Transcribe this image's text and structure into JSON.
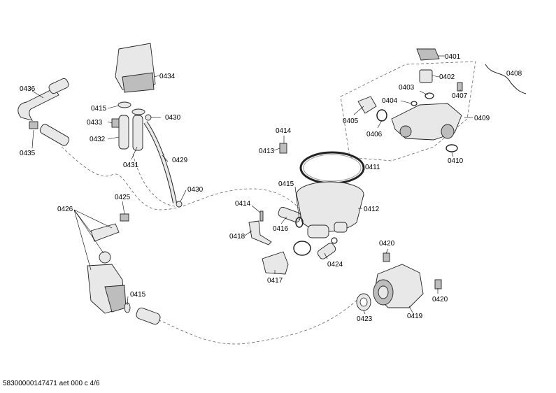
{
  "labels": {
    "l0401": "0401",
    "l0402": "0402",
    "l0403": "0403",
    "l0404": "0404",
    "l0405": "0405",
    "l0406": "0406",
    "l0407": "0407",
    "l0408": "0408",
    "l0409": "0409",
    "l0410": "0410",
    "l0411": "0411",
    "l0412": "0412",
    "l0413": "0413",
    "l0414a": "0414",
    "l0414b": "0414",
    "l0415a": "0415",
    "l0415b": "0415",
    "l0415c": "0415",
    "l0416": "0416",
    "l0417": "0417",
    "l0418": "0418",
    "l0419": "0419",
    "l0420a": "0420",
    "l0420b": "0420",
    "l0423": "0423",
    "l0424": "0424",
    "l0425": "0425",
    "l0426": "0426",
    "l0429": "0429",
    "l0430a": "0430",
    "l0430b": "0430",
    "l0431": "0431",
    "l0432": "0432",
    "l0433": "0433",
    "l0434": "0434",
    "l0435": "0435",
    "l0436": "0436"
  },
  "footer": "58300000147471 aet 000 c 4/6"
}
